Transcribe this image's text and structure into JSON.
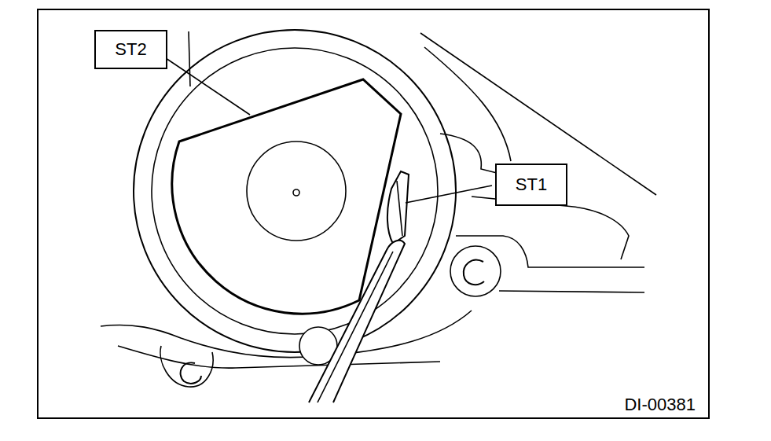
{
  "diagram": {
    "nodes": [
      {
        "text": [
          "ST2"
        ]
      },
      {
        "text": [
          "ST1"
        ]
      }
    ],
    "labels": [
      "DI-00381"
    ]
  }
}
